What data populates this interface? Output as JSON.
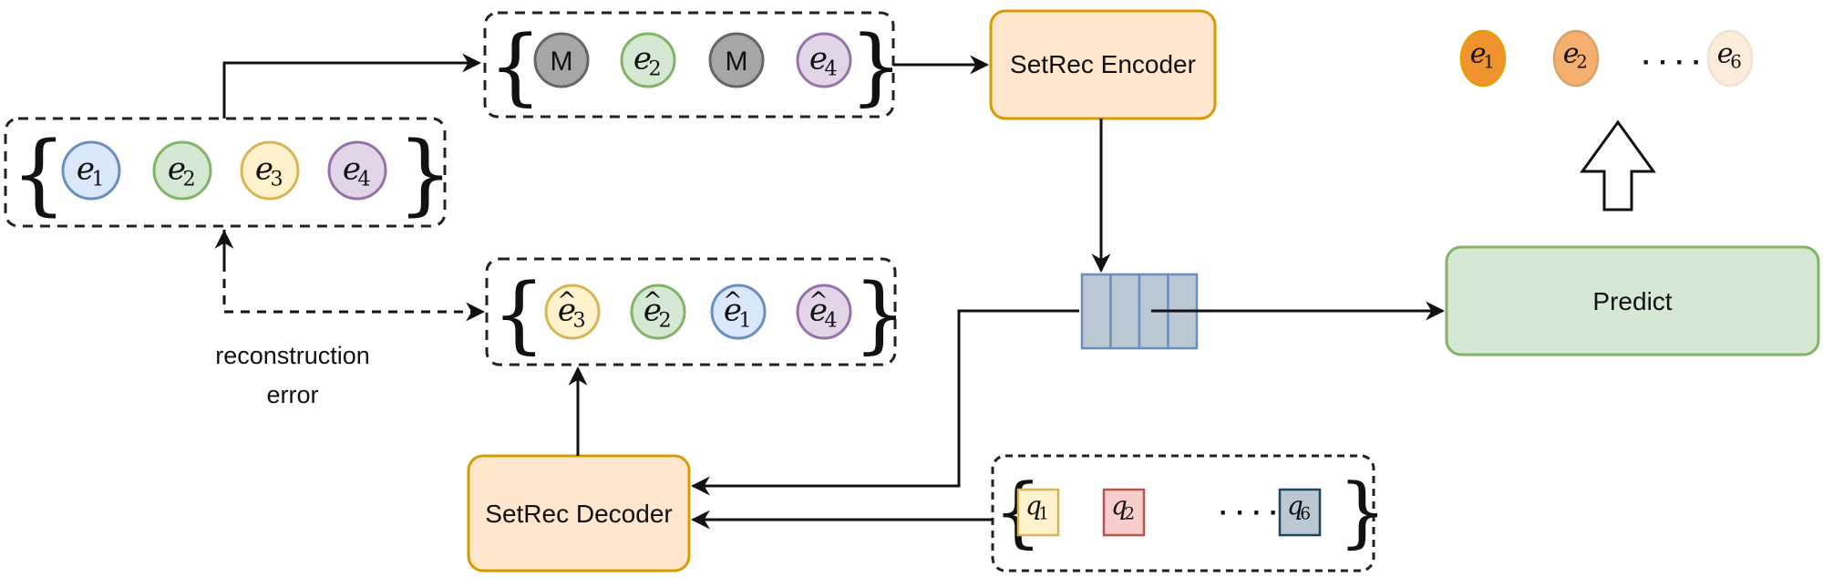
{
  "colors": {
    "blue_fill": "#dae8fc",
    "blue_stroke": "#6c8ebf",
    "green_fill": "#d5e8d4",
    "green_stroke": "#82b366",
    "yellow_fill": "#fff2cc",
    "yellow_stroke": "#d6b656",
    "purple_fill": "#e1d5e7",
    "purple_stroke": "#9673a6",
    "gray_fill": "#a6a6a6",
    "gray_stroke": "#666666",
    "box_orange_fill": "#ffe6cc",
    "box_orange_stroke": "#d79b00",
    "predict_fill": "#d5e8d4",
    "predict_stroke": "#82b366",
    "emb_fill": "#bac8d3",
    "emb_stroke": "#6c8ebf",
    "red_fill": "#f8cecc",
    "red_stroke": "#b85450",
    "q6_fill": "#bac8d3",
    "q6_stroke": "#23445d",
    "out1_fill": "#f0922d",
    "out2_fill": "#f5b070",
    "out6_fill": "#fcecdc"
  },
  "input_set": {
    "items": [
      {
        "base": "e",
        "sub": "1",
        "hat": false,
        "color": "blue"
      },
      {
        "base": "e",
        "sub": "2",
        "hat": false,
        "color": "green"
      },
      {
        "base": "e",
        "sub": "3",
        "hat": false,
        "color": "yellow"
      },
      {
        "base": "e",
        "sub": "4",
        "hat": false,
        "color": "purple"
      }
    ]
  },
  "masked_set": {
    "items": [
      {
        "label": "M",
        "color": "gray"
      },
      {
        "base": "e",
        "sub": "2",
        "color": "green"
      },
      {
        "label": "M",
        "color": "gray"
      },
      {
        "base": "e",
        "sub": "4",
        "color": "purple"
      }
    ]
  },
  "reconstructed_set": {
    "items": [
      {
        "base": "e",
        "sub": "3",
        "hat": true,
        "color": "yellow"
      },
      {
        "base": "e",
        "sub": "2",
        "hat": true,
        "color": "green"
      },
      {
        "base": "e",
        "sub": "1",
        "hat": true,
        "color": "blue"
      },
      {
        "base": "e",
        "sub": "4",
        "hat": true,
        "color": "purple"
      }
    ]
  },
  "query_set": {
    "items": [
      {
        "base": "q",
        "sub": "1"
      },
      {
        "base": "q",
        "sub": "2"
      },
      {
        "base": "q",
        "sub": "6"
      }
    ],
    "ellipsis": "· · · ·"
  },
  "output_ranking": {
    "items": [
      {
        "base": "e",
        "sub": "1"
      },
      {
        "base": "e",
        "sub": "2"
      },
      {
        "base": "e",
        "sub": "6"
      }
    ],
    "ellipsis": "· · · ·"
  },
  "encoder": {
    "label": "SetRec Encoder"
  },
  "decoder": {
    "label": "SetRec Decoder"
  },
  "predict": {
    "label": "Predict"
  },
  "embedding": {
    "cells": 4
  },
  "reconstruction_label": {
    "line1": "reconstruction",
    "line2": "error"
  },
  "brace": {
    "open": "{",
    "close": "}"
  },
  "hat": "^"
}
